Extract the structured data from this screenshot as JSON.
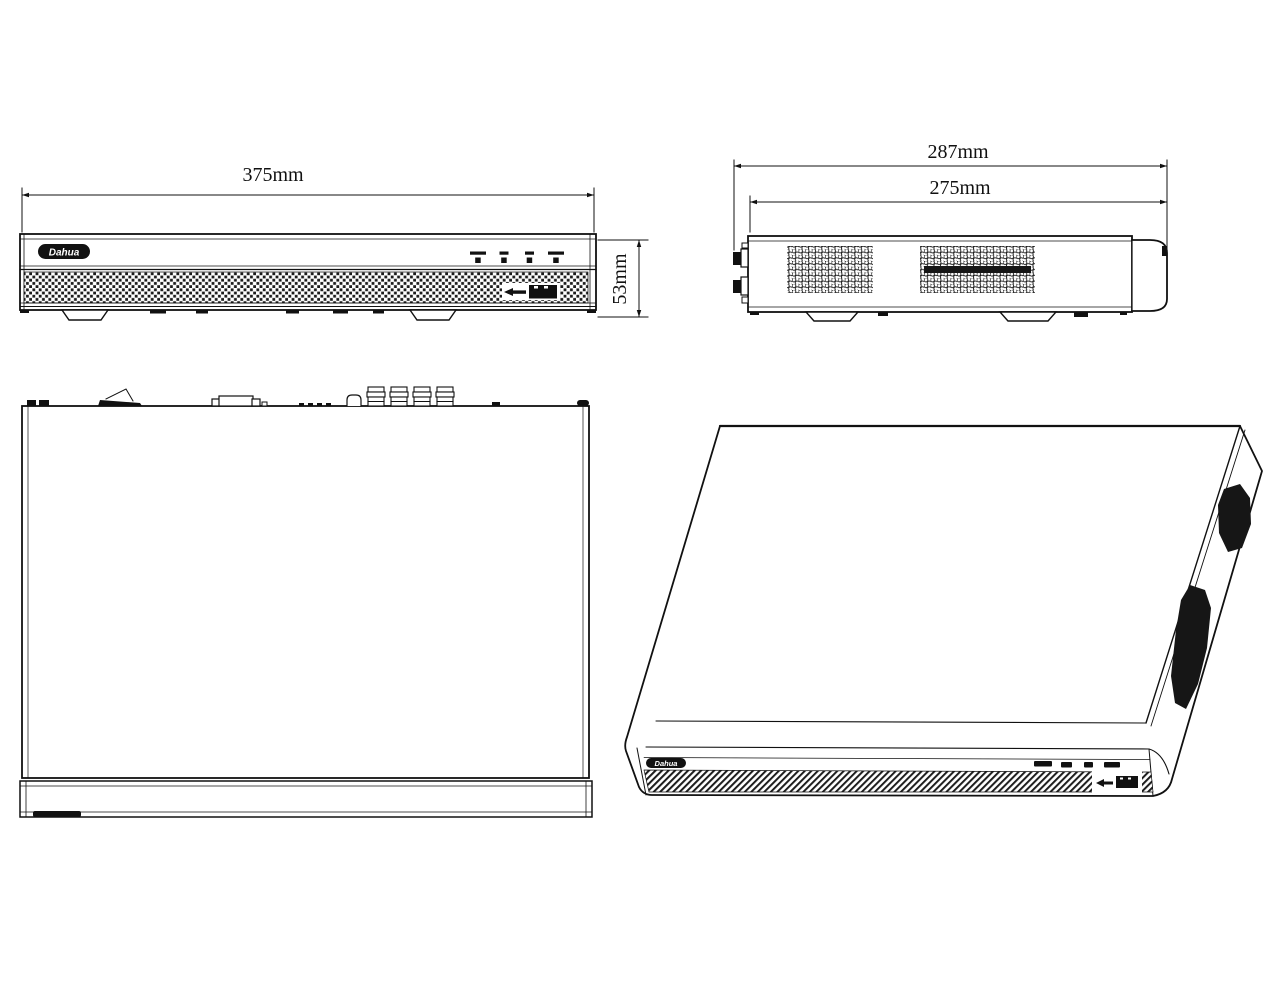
{
  "brand": {
    "logo_text": "Dahua"
  },
  "views": {
    "front": {
      "width_label": "375mm",
      "height_label": "53mm"
    },
    "side": {
      "total_depth_label": "287mm",
      "body_depth_label": "275mm"
    }
  },
  "colors": {
    "line": "#111111",
    "background": "#ffffff",
    "fill_dark": "#161616"
  }
}
